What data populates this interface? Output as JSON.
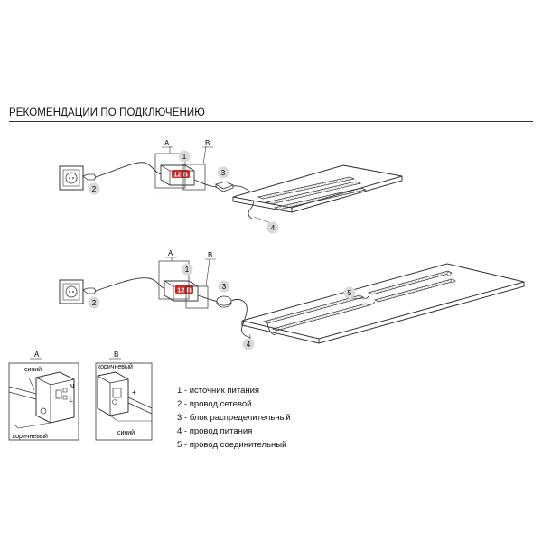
{
  "title": "РЕКОМЕНДАЦИИ ПО ПОДКЛЮЧЕНИЮ",
  "voltage_label": "12 В",
  "colors": {
    "voltage_badge": "#cc2a2a",
    "line": "#333333",
    "callout_fill": "#d9d9d9"
  },
  "labels": {
    "a": "A",
    "b": "B"
  },
  "callouts": [
    "1",
    "2",
    "3",
    "4",
    "5"
  ],
  "detail": {
    "a_blue": "синий",
    "a_brown": "коричневый",
    "b_brown": "коричневый",
    "b_blue": "синий",
    "n": "N",
    "l": "L",
    "plus": "+",
    "minus": "−"
  },
  "legend": [
    "1 - источник питания",
    "2 - провод сетевой",
    "3 - блок распределительный",
    "4 - провод питания",
    "5 - провод соединительный"
  ]
}
